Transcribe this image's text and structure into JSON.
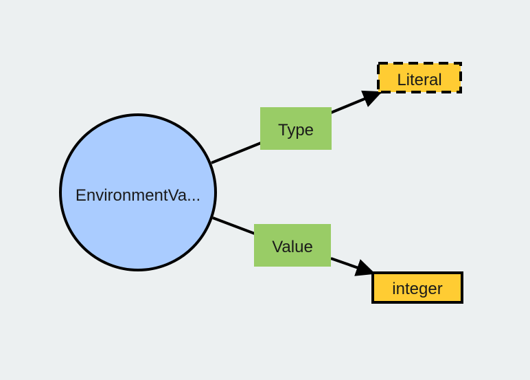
{
  "diagram": {
    "center_node": {
      "label": "EnvironmentVa...",
      "fill": "#aaccff"
    },
    "edges": [
      {
        "label": "Type",
        "target": "Literal",
        "target_style": "dashed"
      },
      {
        "label": "Value",
        "target": "integer",
        "target_style": "solid"
      }
    ],
    "colors": {
      "background": "#ecf0f1",
      "edge_label_fill": "#99cc66",
      "target_fill": "#ffcc33",
      "stroke": "#000000"
    }
  }
}
